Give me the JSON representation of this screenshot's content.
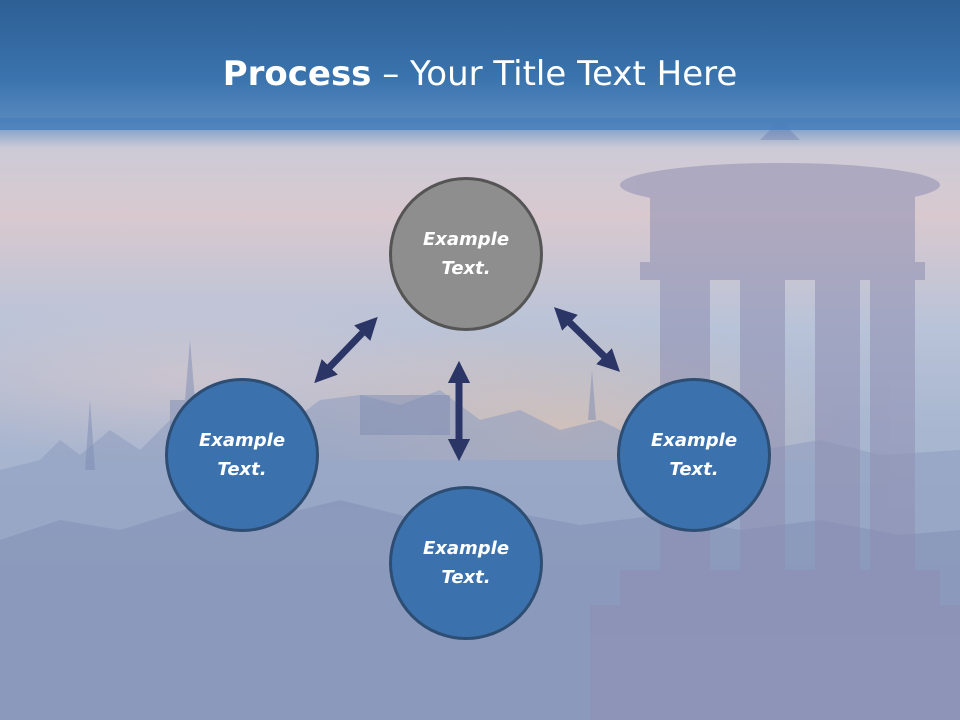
{
  "slide": {
    "title_bold": "Process",
    "title_rest": " – Your Title Text Here"
  },
  "nodes": {
    "top": "Example Text.",
    "left": "Example Text.",
    "right": "Example Text.",
    "bottom": "Example Text."
  },
  "colors": {
    "header": "#3a73ad",
    "node_blue": "#3b72ae",
    "node_grey": "#8e8e8e",
    "arrow": "#2b3566"
  }
}
